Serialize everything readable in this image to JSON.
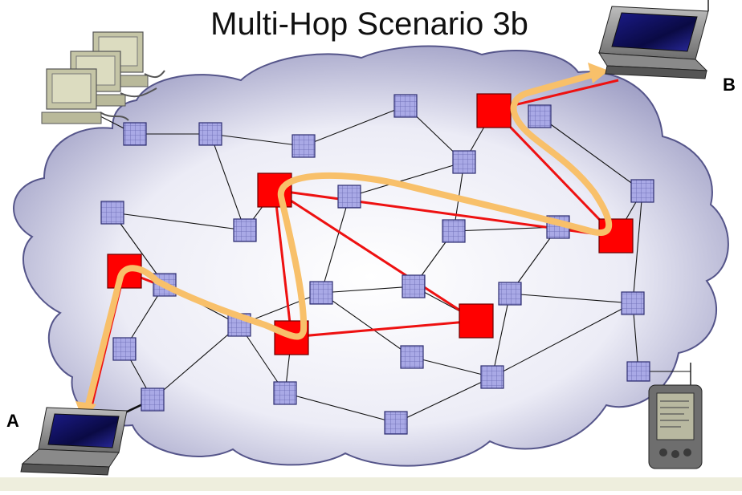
{
  "title": "Multi-Hop Scenario 3b",
  "labels": {
    "endpoint_a": "A",
    "endpoint_b": "B"
  },
  "colors": {
    "cloud_edge": "#6f6fa6",
    "node_fill": "#a8a8e0",
    "node_stroke": "#3a3a7a",
    "active_node": "#ff0000",
    "route_link": "#ee1111",
    "path_arrow": "#f8c06a"
  },
  "icons": [
    "desktop-cluster-icon",
    "laptop-icon",
    "pda-icon"
  ]
}
